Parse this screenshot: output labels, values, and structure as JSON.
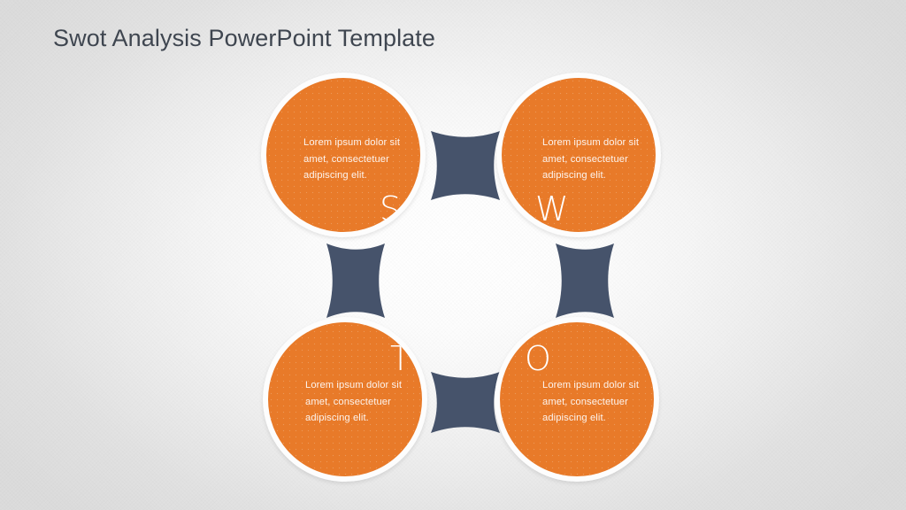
{
  "slide": {
    "title": "Swot Analysis PowerPoint Template",
    "background_color": "#e2e2e2",
    "accent_color": "#e87a29",
    "connector_color": "#46536b",
    "title_color": "#3f4650"
  },
  "swot": {
    "nodes": [
      {
        "key": "strengths",
        "letter": "S",
        "position": "top-left",
        "body": "Lorem ipsum dolor sit amet, consectetuer adipiscing elit."
      },
      {
        "key": "weaknesses",
        "letter": "W",
        "position": "top-right",
        "body": "Lorem ipsum dolor sit amet, consectetuer adipiscing elit."
      },
      {
        "key": "threats",
        "letter": "T",
        "position": "bottom-left",
        "body": "Lorem ipsum dolor sit amet, consectetuer adipiscing elit."
      },
      {
        "key": "opportunities",
        "letter": "O",
        "position": "bottom-right",
        "body": "Lorem ipsum dolor sit amet, consectetuer adipiscing elit."
      }
    ],
    "connectors": [
      {
        "key": "connector-top",
        "orientation": "horizontal"
      },
      {
        "key": "connector-bottom",
        "orientation": "horizontal"
      },
      {
        "key": "connector-left",
        "orientation": "vertical"
      },
      {
        "key": "connector-right",
        "orientation": "vertical"
      }
    ]
  }
}
